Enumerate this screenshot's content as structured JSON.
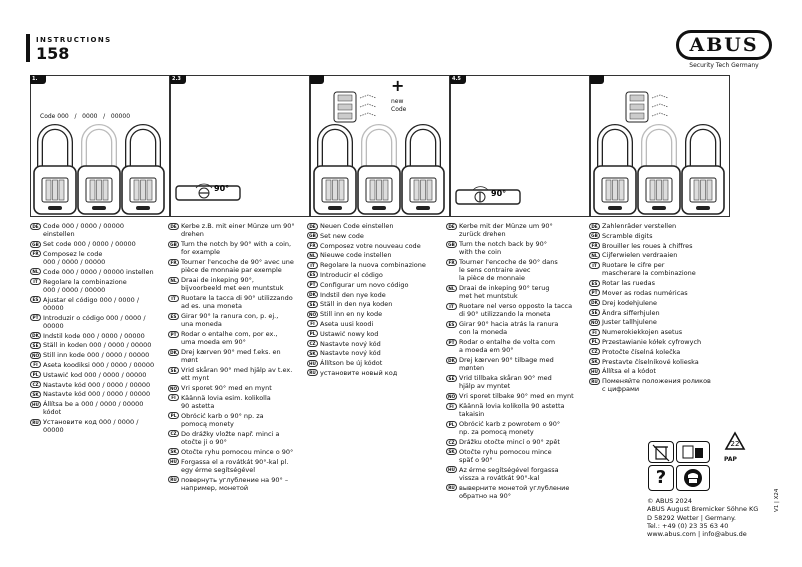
{
  "header": {
    "label": "INSTRUCTIONS",
    "number": "158"
  },
  "brand": {
    "logo": "ABUS",
    "tagline": "Security Tech Germany"
  },
  "panels": [
    {
      "step": "1.",
      "code_text": "Code 000   /   0000   /   00000"
    },
    {
      "step": "2.3",
      "angle": "90°"
    },
    {
      "step": "",
      "new_code": "new\nCode"
    },
    {
      "step": "4.5",
      "angle": "90°"
    },
    {
      "step": ""
    }
  ],
  "columns": [
    [
      {
        "c": "DE",
        "t": "Code 000 / 0000 / 00000\neinstellen"
      },
      {
        "c": "GB",
        "t": "Set code 000 / 0000 / 00000"
      },
      {
        "c": "FR",
        "t": "Composez le code\n000 / 0000 / 00000"
      },
      {
        "c": "NL",
        "t": "Code 000 / 0000 / 00000 instellen"
      },
      {
        "c": "IT",
        "t": "Regolare la combinazione\n000 / 0000 / 00000"
      },
      {
        "c": "ES",
        "t": "Ajustar el código 000 / 0000 /\n00000"
      },
      {
        "c": "PT",
        "t": "Introduzir o código 000 / 0000 /\n00000"
      },
      {
        "c": "DK",
        "t": "Indstil kode 000 / 0000 / 00000"
      },
      {
        "c": "SE",
        "t": "Ställ in koden 000 / 0000 / 00000"
      },
      {
        "c": "NO",
        "t": "Still inn kode 000 / 0000 / 00000"
      },
      {
        "c": "FI",
        "t": "Aseta koodiksi 000 / 0000 / 00000"
      },
      {
        "c": "PL",
        "t": "Ustawić kod 000 / 0000 / 00000"
      },
      {
        "c": "CZ",
        "t": "Nastavte kód 000 / 0000 / 00000"
      },
      {
        "c": "SK",
        "t": "Nastavte kód 000 / 0000 / 00000"
      },
      {
        "c": "HU",
        "t": "Állítsa be a 000 / 0000 / 00000\nkódot"
      },
      {
        "c": "RU",
        "t": "Установите код 000 / 0000 /\n00000"
      }
    ],
    [
      {
        "c": "DE",
        "t": "Kerbe z.B. mit einer Münze um 90°\ndrehen"
      },
      {
        "c": "GB",
        "t": "Turn the notch by 90° with a coin,\nfor example"
      },
      {
        "c": "FR",
        "t": "Tourner l'encoche de 90° avec une\npièce de monnaie par exemple"
      },
      {
        "c": "NL",
        "t": "Draai de inkeping 90°,\nbijvoorbeeld met een muntstuk"
      },
      {
        "c": "IT",
        "t": "Ruotare la tacca di 90° utilizzando\nad es. una moneta"
      },
      {
        "c": "ES",
        "t": "Girar 90° la ranura con, p. ej.,\nuna moneda"
      },
      {
        "c": "PT",
        "t": "Rodar o entalhe com, por ex.,\numa moeda em 90°"
      },
      {
        "c": "DK",
        "t": "Drej kærven 90° med f.eks. en\nmønt"
      },
      {
        "c": "SE",
        "t": "Vrid skåran 90° med hjälp av t.ex.\nett mynt"
      },
      {
        "c": "NO",
        "t": "Vri sporet 90° med en mynt"
      },
      {
        "c": "FI",
        "t": "Käännä lovia esim. kolikolla\n90 astetta"
      },
      {
        "c": "PL",
        "t": "Obrócić karb o 90° np. za\npomocą monety"
      },
      {
        "c": "CZ",
        "t": "Do drážky vložte např. minci a\notočte ji o 90°"
      },
      {
        "c": "SK",
        "t": "Otočte ryhu pomocou mince o 90°"
      },
      {
        "c": "HU",
        "t": "Forgassa el a rovátkát 90°-kal pl.\negy érme segítségével"
      },
      {
        "c": "RU",
        "t": "повернуть углубление на 90° –\nнапример, монетой"
      }
    ],
    [
      {
        "c": "DE",
        "t": "Neuen Code einstellen"
      },
      {
        "c": "GB",
        "t": "Set new code"
      },
      {
        "c": "FR",
        "t": "Composez votre nouveau code"
      },
      {
        "c": "NL",
        "t": "Nieuwe code instellen"
      },
      {
        "c": "IT",
        "t": "Regolare la nuova combinazione"
      },
      {
        "c": "ES",
        "t": "Introducir el código"
      },
      {
        "c": "PT",
        "t": "Configurar um novo código"
      },
      {
        "c": "DK",
        "t": "Indstil den nye kode"
      },
      {
        "c": "SE",
        "t": "Ställ in den nya koden"
      },
      {
        "c": "NO",
        "t": "Still inn en ny kode"
      },
      {
        "c": "FI",
        "t": "Aseta uusi koodi"
      },
      {
        "c": "PL",
        "t": "Ustawić nowy kod"
      },
      {
        "c": "CZ",
        "t": "Nastavte nový kód"
      },
      {
        "c": "SK",
        "t": "Nastavte nový kód"
      },
      {
        "c": "HU",
        "t": "Állítson be új kódot"
      },
      {
        "c": "RU",
        "t": "установите новый код"
      }
    ],
    [
      {
        "c": "DE",
        "t": "Kerbe mit der Münze um 90°\nzurück drehen"
      },
      {
        "c": "GB",
        "t": "Turn the notch back by 90°\nwith the coin"
      },
      {
        "c": "FR",
        "t": "Tourner l'encoche de 90° dans\nle sens contraire avec\nla pièce de monnaie"
      },
      {
        "c": "NL",
        "t": "Draai de inkeping 90° terug\nmet het muntstuk"
      },
      {
        "c": "IT",
        "t": "Ruotare nel verso opposto la tacca\ndi 90° utilizzando la moneta"
      },
      {
        "c": "ES",
        "t": "Girar 90° hacia atrás la ranura\ncon la moneda"
      },
      {
        "c": "PT",
        "t": "Rodar o entalhe de volta com\na moeda em 90°"
      },
      {
        "c": "DK",
        "t": "Drej kærven 90° tilbage med\nmønten"
      },
      {
        "c": "SE",
        "t": "Vrid tillbaka skåran 90° med\nhjälp av myntet"
      },
      {
        "c": "NO",
        "t": "Vri sporet tilbake 90° med en mynt"
      },
      {
        "c": "FI",
        "t": "Käännä lovia kolikolla 90 astetta\ntakaisin"
      },
      {
        "c": "PL",
        "t": "Obrócić karb z powrotem o 90°\nnp. za pomocą monety"
      },
      {
        "c": "CZ",
        "t": "Drážku otočte mincí o 90° zpět"
      },
      {
        "c": "SK",
        "t": "Otočte ryhu pomocou mince\nspäť o 90°"
      },
      {
        "c": "HU",
        "t": "Az érme segítségével forgassa\nvissza a rovátkát 90°-kal"
      },
      {
        "c": "RU",
        "t": "выверните монетой углубление\nобратно на 90°"
      }
    ],
    [
      {
        "c": "DE",
        "t": "Zahlenräder verstellen"
      },
      {
        "c": "GB",
        "t": "Scramble digits"
      },
      {
        "c": "FR",
        "t": "Brouiller les roues à chiffres"
      },
      {
        "c": "NL",
        "t": "Cijferwielen verdraaien"
      },
      {
        "c": "IT",
        "t": "Ruotare le cifre per\nmascherare la combinazione"
      },
      {
        "c": "ES",
        "t": "Rotar las ruedas"
      },
      {
        "c": "PT",
        "t": "Mover as rodas numéricas"
      },
      {
        "c": "DK",
        "t": "Drej kodehjulene"
      },
      {
        "c": "SE",
        "t": "Ändra sifferhjulen"
      },
      {
        "c": "NO",
        "t": "Juster tallhjulene"
      },
      {
        "c": "FI",
        "t": "Numerokiekkojen asetus"
      },
      {
        "c": "PL",
        "t": "Przestawianie kółek cyfrowych"
      },
      {
        "c": "CZ",
        "t": "Protočte číselná kolečka"
      },
      {
        "c": "SK",
        "t": "Prestavte číselníkové kolieska"
      },
      {
        "c": "HU",
        "t": "Állítsa el a kódot"
      },
      {
        "c": "RU",
        "t": "Поменяйте положения роликов\nс цифрами"
      }
    ]
  ],
  "recycle": {
    "number": "22",
    "label": "PAP"
  },
  "footer": {
    "copyright": "© ABUS 2024",
    "company": "ABUS August Bremicker Söhne KG",
    "address": "D 58292 Wetter | Germany.",
    "phone": "Tel.: +49 (0) 23 35 63 40",
    "web": "www.abus.com | info@abus.de"
  },
  "doc_code": "V1 | X24"
}
